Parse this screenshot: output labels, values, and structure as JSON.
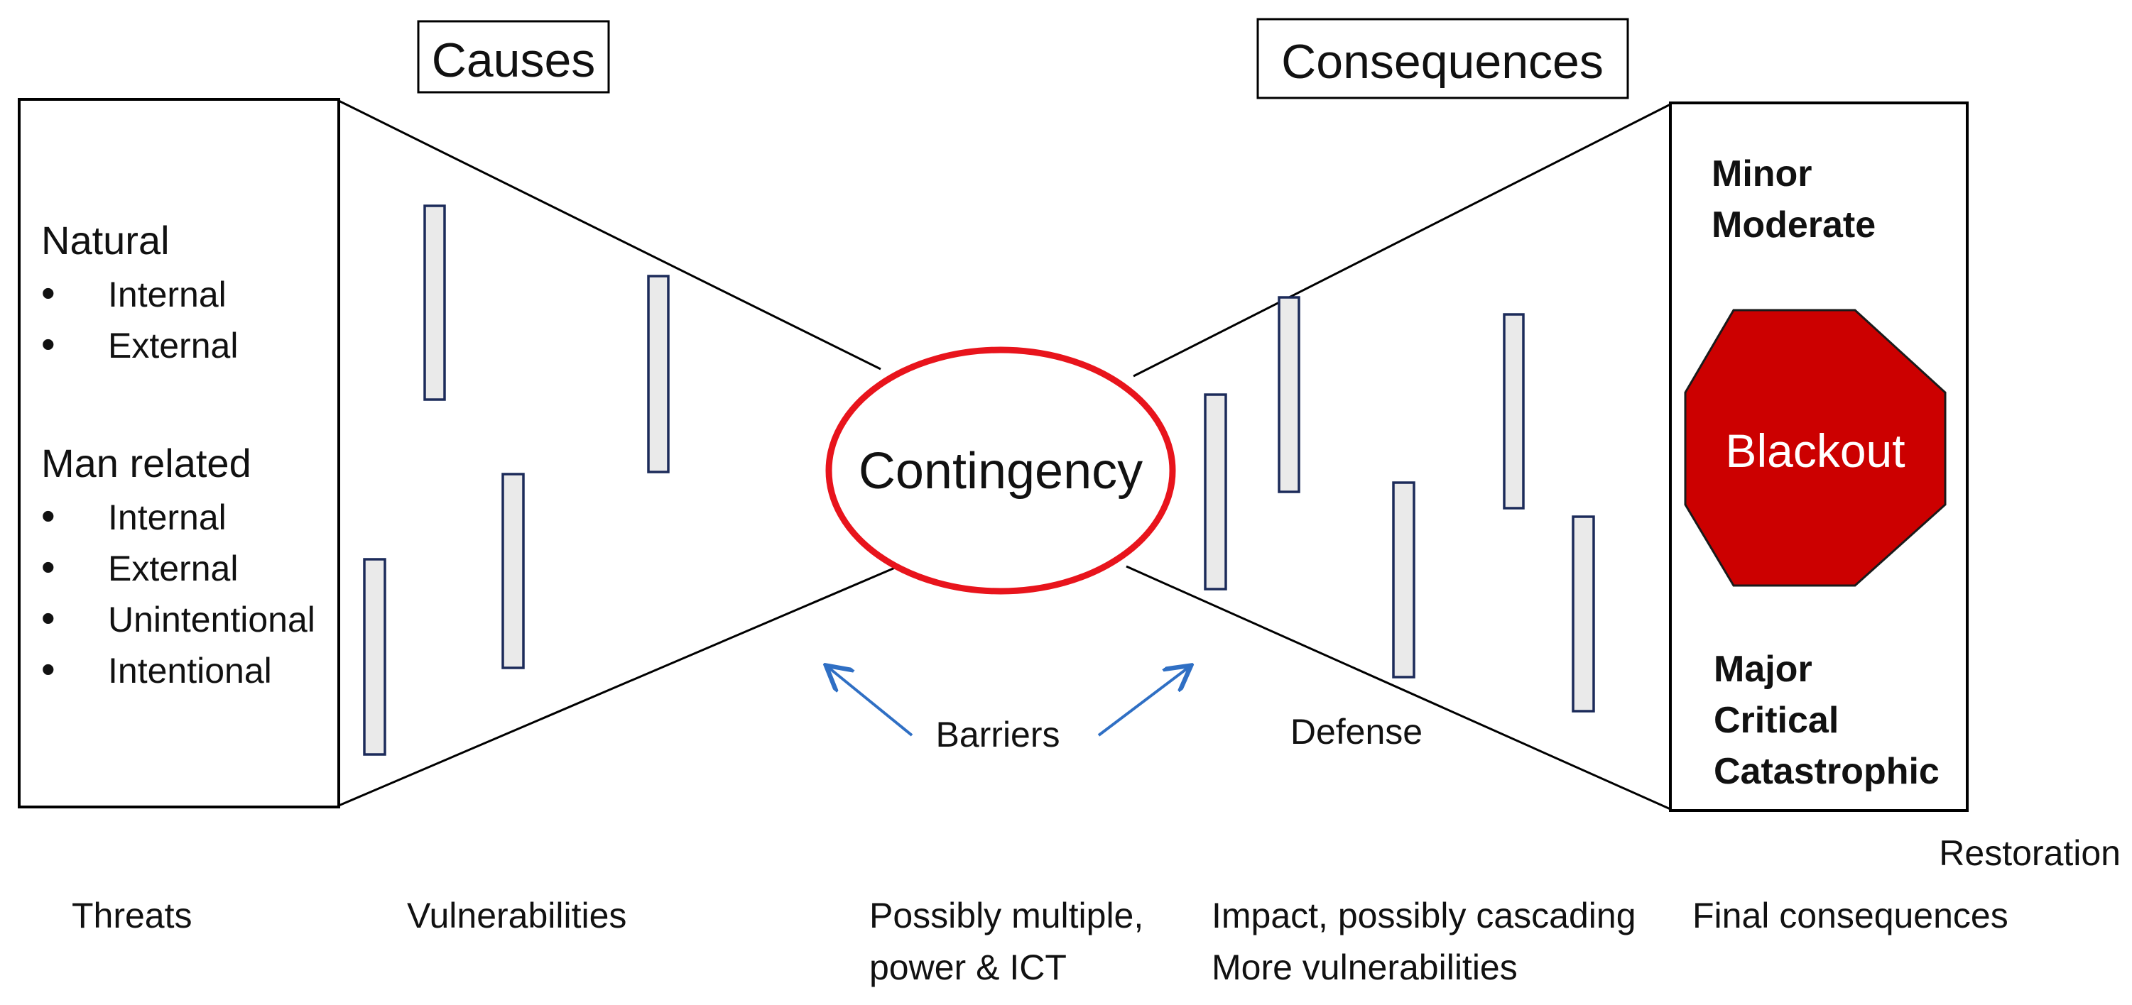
{
  "causes_title": "Causes",
  "consequences_title": "Consequences",
  "threat_groups": [
    {
      "heading": "Natural",
      "items": [
        "Internal",
        "External"
      ]
    },
    {
      "heading": "Man related",
      "items": [
        "Internal",
        "External",
        "Unintentional",
        "Intentional"
      ]
    }
  ],
  "bullet_char": "•",
  "contingency": "Contingency",
  "barriers": "Barriers",
  "defense": "Defense",
  "severity_top": [
    "Minor",
    "Moderate"
  ],
  "blackout": "Blackout",
  "severity_bottom": [
    "Major",
    "Critical",
    "Catastrophic"
  ],
  "restoration": "Restoration",
  "stages": {
    "threats": "Threats",
    "vulnerabilities": "Vulnerabilities",
    "contingency_note": [
      "Possibly multiple,",
      "power & ICT"
    ],
    "impact_note": [
      "Impact, possibly cascading",
      "More vulnerabilities"
    ],
    "final": "Final consequences"
  },
  "colors": {
    "contingency_ring": "#e8141c",
    "blackout_fill": "#cc0000",
    "arrow": "#2f6fc4",
    "bar_fill": "#eaeaea",
    "bar_stroke": "#1c2b5a"
  }
}
